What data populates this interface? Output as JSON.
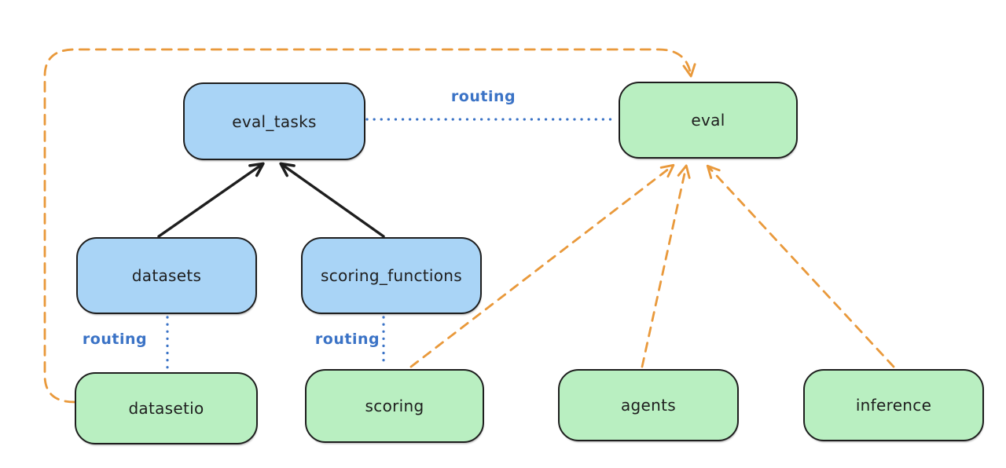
{
  "diagram": {
    "title": "",
    "nodes": {
      "eval_tasks": {
        "label": "eval_tasks",
        "kind": "resource",
        "color": "blue"
      },
      "eval": {
        "label": "eval",
        "kind": "api",
        "color": "green"
      },
      "datasets": {
        "label": "datasets",
        "kind": "resource",
        "color": "blue"
      },
      "scoring_functions": {
        "label": "scoring_functions",
        "kind": "resource",
        "color": "blue"
      },
      "datasetio": {
        "label": "datasetio",
        "kind": "api",
        "color": "green"
      },
      "scoring": {
        "label": "scoring",
        "kind": "api",
        "color": "green"
      },
      "agents": {
        "label": "agents",
        "kind": "api",
        "color": "green"
      },
      "inference": {
        "label": "inference",
        "kind": "api",
        "color": "green"
      }
    },
    "edge_labels": {
      "routing_top": "routing",
      "routing_datasets": "routing",
      "routing_scoring": "routing"
    },
    "edges": [
      {
        "from": "datasets",
        "to": "eval_tasks",
        "style": "solid-black-arrow",
        "label": ""
      },
      {
        "from": "scoring_functions",
        "to": "eval_tasks",
        "style": "solid-black-arrow",
        "label": ""
      },
      {
        "from": "eval_tasks",
        "to": "eval",
        "style": "dotted-blue",
        "label": "routing"
      },
      {
        "from": "datasets",
        "to": "datasetio",
        "style": "dotted-blue",
        "label": "routing"
      },
      {
        "from": "scoring_functions",
        "to": "scoring",
        "style": "dotted-blue",
        "label": "routing"
      },
      {
        "from": "datasetio",
        "to": "eval",
        "style": "dashed-orange-arrow",
        "label": ""
      },
      {
        "from": "scoring",
        "to": "eval",
        "style": "dashed-orange-arrow",
        "label": ""
      },
      {
        "from": "agents",
        "to": "eval",
        "style": "dashed-orange-arrow",
        "label": ""
      },
      {
        "from": "inference",
        "to": "eval",
        "style": "dashed-orange-arrow",
        "label": ""
      }
    ],
    "colors": {
      "background": "#ffffff",
      "node_stroke": "#1e1e1e",
      "node_blue_fill": "#a9d4f6",
      "node_green_fill": "#b9efc1",
      "routing_blue": "#3b73c6",
      "provider_orange": "#e9993b",
      "arrow_black": "#1e1e1e"
    }
  }
}
